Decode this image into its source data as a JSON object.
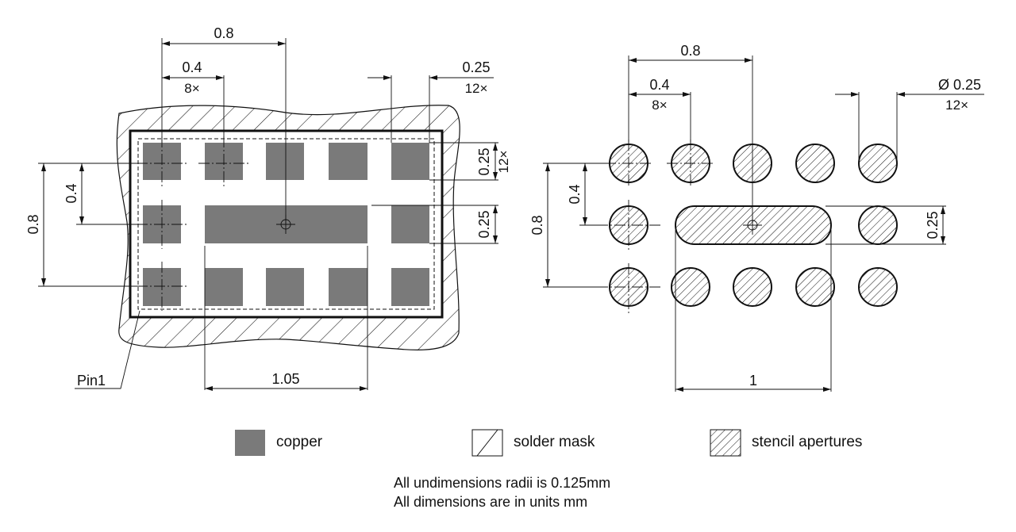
{
  "left_view": {
    "dims": {
      "top_pitch": "0.8",
      "top_pitch_small": "0.4",
      "top_count": "8×",
      "pad_width": "0.25",
      "pad_width_count": "12×",
      "side_height": "0.25",
      "side_count": "12×",
      "side_center": "0.25",
      "left_outer": "0.8",
      "left_inner": "0.4",
      "bottom_len": "1.05"
    },
    "pin1_label": "Pin1"
  },
  "right_view": {
    "dims": {
      "top_pitch": "0.8",
      "top_pitch_small": "0.4",
      "top_count": "8×",
      "diameter": "Ø 0.25",
      "diameter_count": "12×",
      "right_height": "0.25",
      "left_outer": "0.8",
      "left_inner": "0.4",
      "bottom_len": "1"
    }
  },
  "legend": {
    "copper": "copper",
    "solder_mask": "solder mask",
    "stencil": "stencil apertures"
  },
  "colors": {
    "copper": "#7a7a7a",
    "line": "#111111"
  },
  "notes": {
    "line1": "All undimensions radii is 0.125mm",
    "line2": "All dimensions are in units mm"
  }
}
